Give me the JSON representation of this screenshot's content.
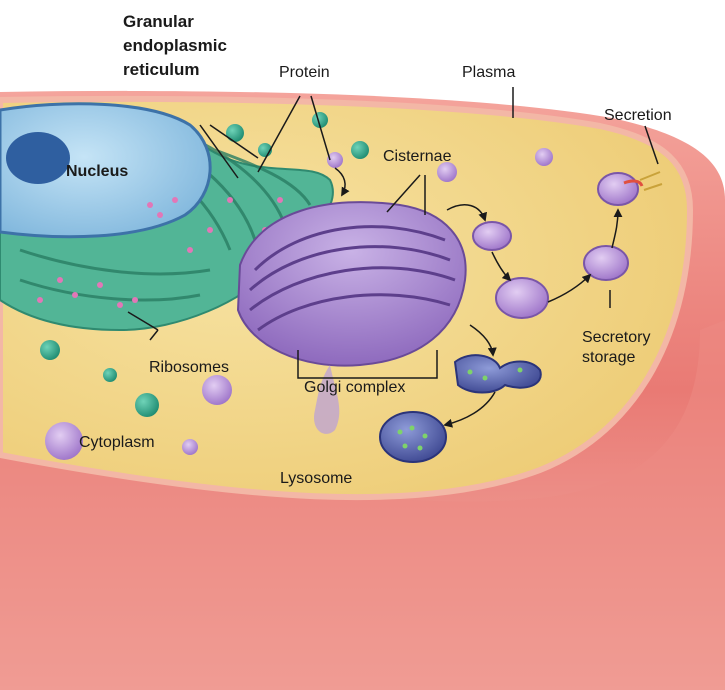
{
  "labels": {
    "granular_er": [
      "Granular",
      "endoplasmic",
      "reticulum"
    ],
    "protein": "Protein",
    "plasma": "Plasma",
    "secretion": "Secretion",
    "nucleus": "Nucleus",
    "cisternae": "Cisternae",
    "secretory_storage": [
      "Secretory",
      "storage"
    ],
    "ribosomes": "Ribosomes",
    "golgi_complex": "Golgi complex",
    "cytoplasm": "Cytoplasm",
    "lysosome": "Lysosome"
  },
  "colors": {
    "membrane_outer": "#e86f6f",
    "membrane_light": "#f7b6ae",
    "cytoplasm": "#f2d782",
    "nucleus": "#a9d3ec",
    "nucleolus": "#2f5fa0",
    "er": "#55b89a",
    "golgi": "#9b7ac6",
    "vesicle": "#b08ad6",
    "lysosome": "#4e5aa8",
    "ribosome": "#e277b7",
    "free_particle": "#2fa38a"
  }
}
